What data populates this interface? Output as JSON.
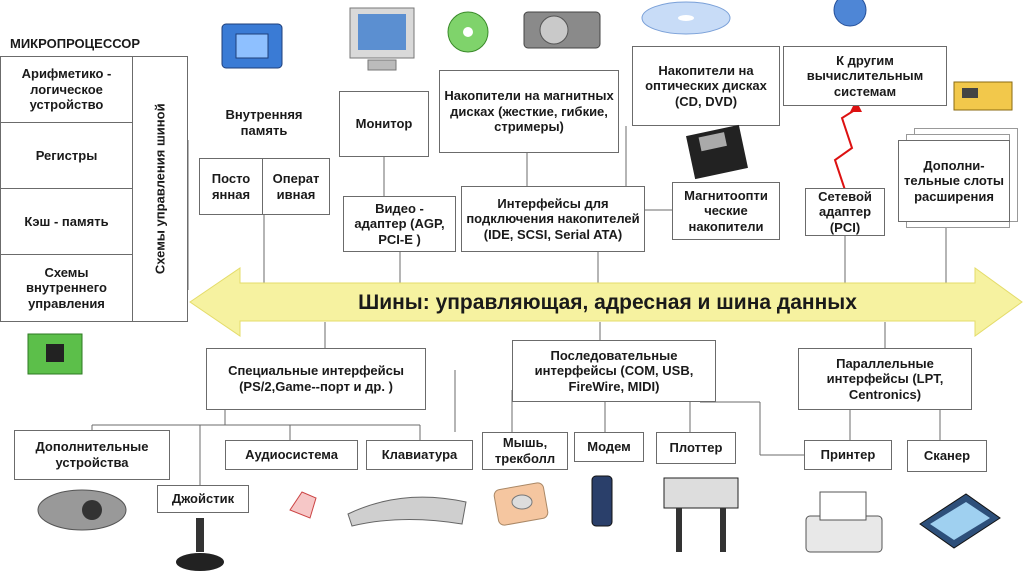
{
  "cpu": {
    "title": "МИКРОПРОЦЕССОР",
    "alu": "Арифметико - логическое устройство",
    "registers": "Регистры",
    "cache": "Кэш - память",
    "control": "Схемы внутреннего управления",
    "bus_control": "Схемы управления шиной"
  },
  "top": {
    "internal_memory": "Внутренняя память",
    "rom": "Посто янная",
    "ram": "Операт ивная",
    "monitor": "Монитор",
    "video": "Видео - адаптер (AGP, PCI-E )",
    "magnetic": "Накопители на магнитных дисках (жесткие, гибкие, стримеры)",
    "disk_if": "Интерфейсы для подключения накопителей (IDE, SCSI, Serial ATA)",
    "optical": "Накопители на оптических дисках (CD, DVD)",
    "magneto": "Магнитоопти ческие накопители",
    "other_systems": "К другим вычислительным системам",
    "network": "Сетевой адаптер (PCI)",
    "slots": "Дополни- тельные слоты расширения"
  },
  "bus": {
    "label": "Шины: управляющая, адресная и шина данных",
    "color": "#f7f3a0"
  },
  "bottom": {
    "special": "Специальные интерфейсы (PS/2,Game--порт и др. )",
    "serial": "Последовательные интерфейсы (COM, USB, FireWire, MIDI)",
    "parallel": "Параллельные интерфейсы (LPT, Centronics)",
    "extra": "Дополнительные устройства",
    "joystick": "Джойстик",
    "audio": "Аудиосистема",
    "keyboard": "Клавиатура",
    "mouse": "Мышь, трекболл",
    "modem": "Модем",
    "plotter": "Плоттер",
    "printer": "Принтер",
    "scanner": "Сканер"
  }
}
